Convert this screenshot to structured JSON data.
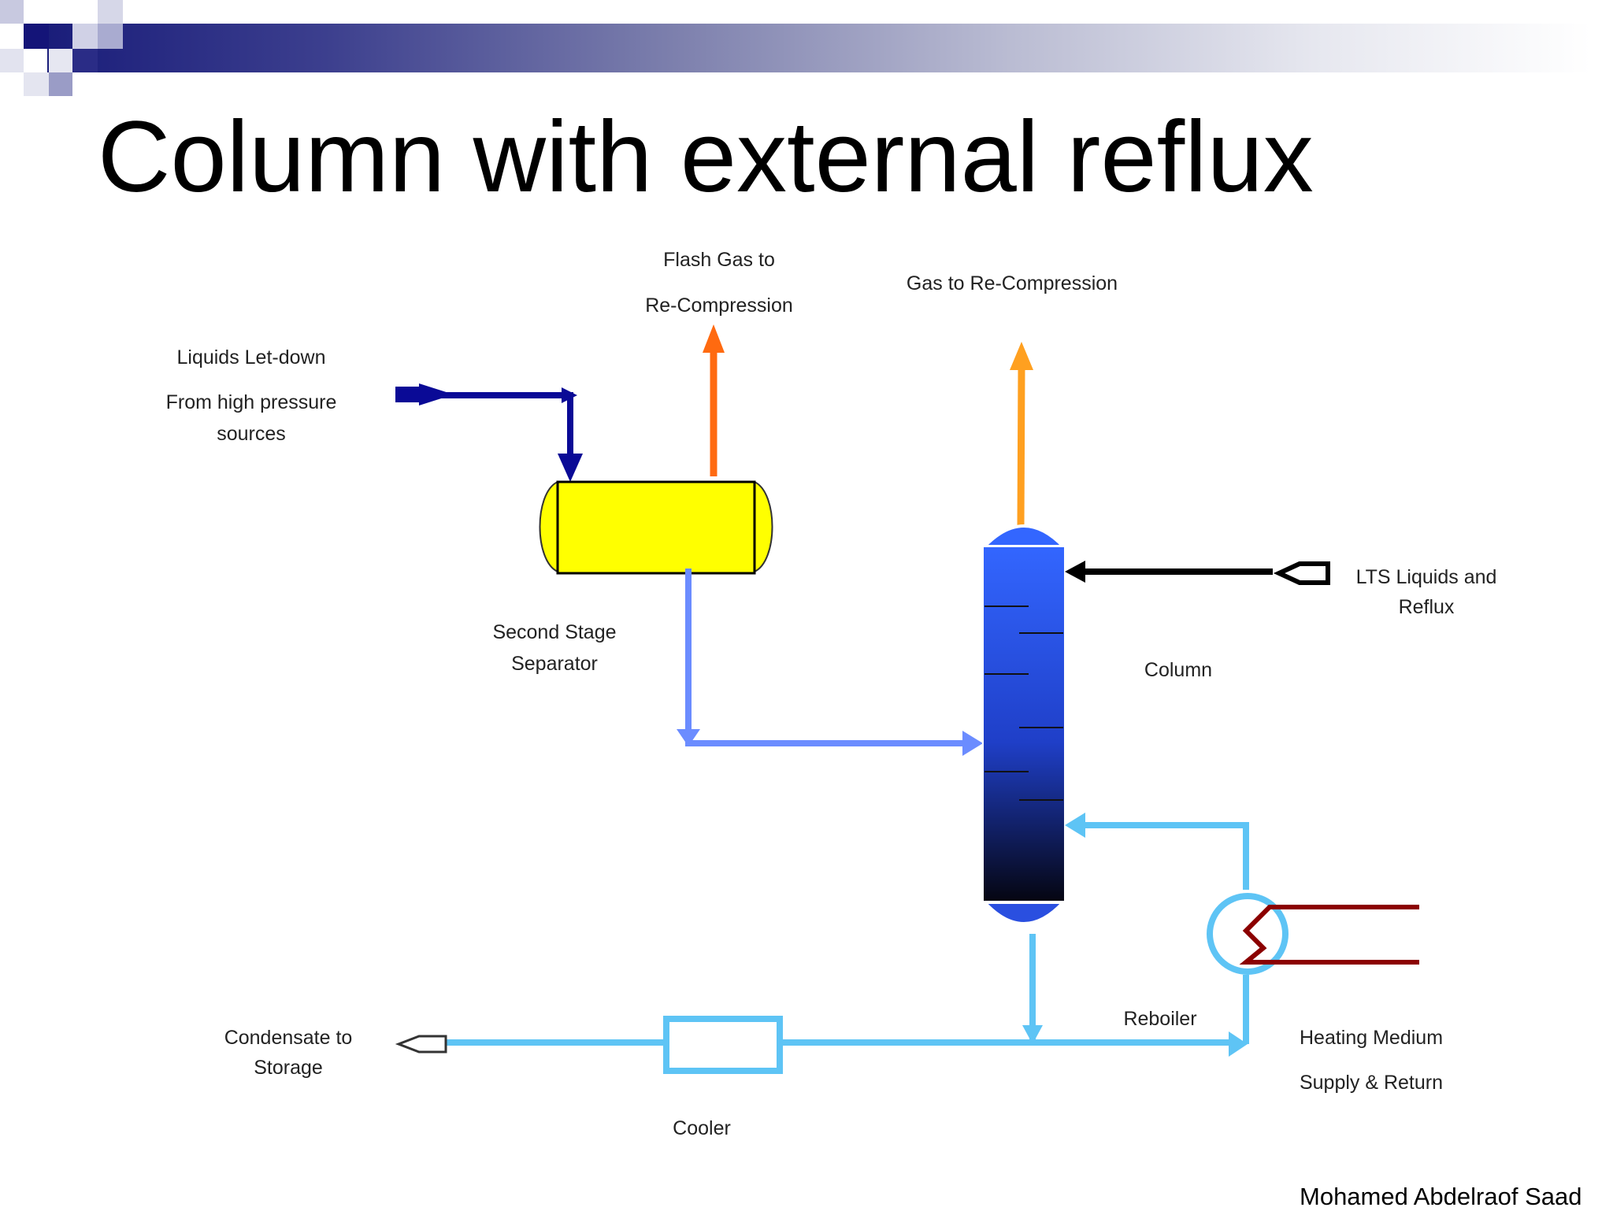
{
  "slide": {
    "title": "Column with external reflux",
    "author": "Mohamed Abdelraof Saad"
  },
  "diagram": {
    "labels": {
      "flash_gas_1": "Flash  Gas to",
      "flash_gas_2": "Re-Compression",
      "gas_recompression": "Gas to Re-Compression",
      "liquids_letdown_1": "Liquids Let-down",
      "liquids_letdown_2": "From high pressure",
      "liquids_letdown_3": "sources",
      "second_stage_1": "Second Stage",
      "second_stage_2": "Separator",
      "lts_1": "LTS Liquids and",
      "lts_2": "Reflux",
      "column": "Column",
      "reboiler": "Reboiler",
      "heating_1": "Heating Medium",
      "heating_2": "Supply & Return",
      "condensate_1": "Condensate to",
      "condensate_2": "Storage",
      "cooler": "Cooler"
    },
    "colors": {
      "separator_fill": "#ffff00",
      "column_top": "#3366ff",
      "column_bottom": "#050510",
      "feed_line": "#0a0a96",
      "flash_gas": "#ff6a10",
      "gas_out": "#ffa020",
      "separator_liquid": "#6b8cff",
      "process_line": "#5ec4f5",
      "heating_medium": "#8b0000",
      "reflux_line": "#000000"
    }
  }
}
